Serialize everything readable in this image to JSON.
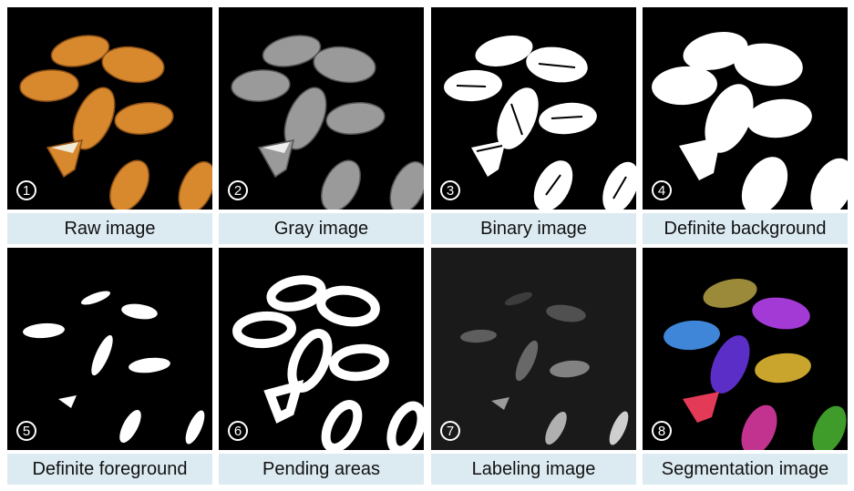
{
  "panels": [
    {
      "number": "1",
      "caption": "Raw image"
    },
    {
      "number": "2",
      "caption": "Gray image"
    },
    {
      "number": "3",
      "caption": "Binary image"
    },
    {
      "number": "4",
      "caption": "Definite background"
    },
    {
      "number": "5",
      "caption": "Definite foreground"
    },
    {
      "number": "6",
      "caption": "Pending areas"
    },
    {
      "number": "7",
      "caption": "Labeling image"
    },
    {
      "number": "8",
      "caption": "Segmentation image"
    }
  ],
  "colors": {
    "caption_bg": "#dcebf2",
    "grain_raw": "#d8892e",
    "grain_gray": "#9a9a9a",
    "labels": [
      "#9b8a3a",
      "#a33ad6",
      "#3f86d8",
      "#5b2ec8",
      "#c9a52d",
      "#e33a57",
      "#c2338f",
      "#3f9b2a"
    ]
  }
}
